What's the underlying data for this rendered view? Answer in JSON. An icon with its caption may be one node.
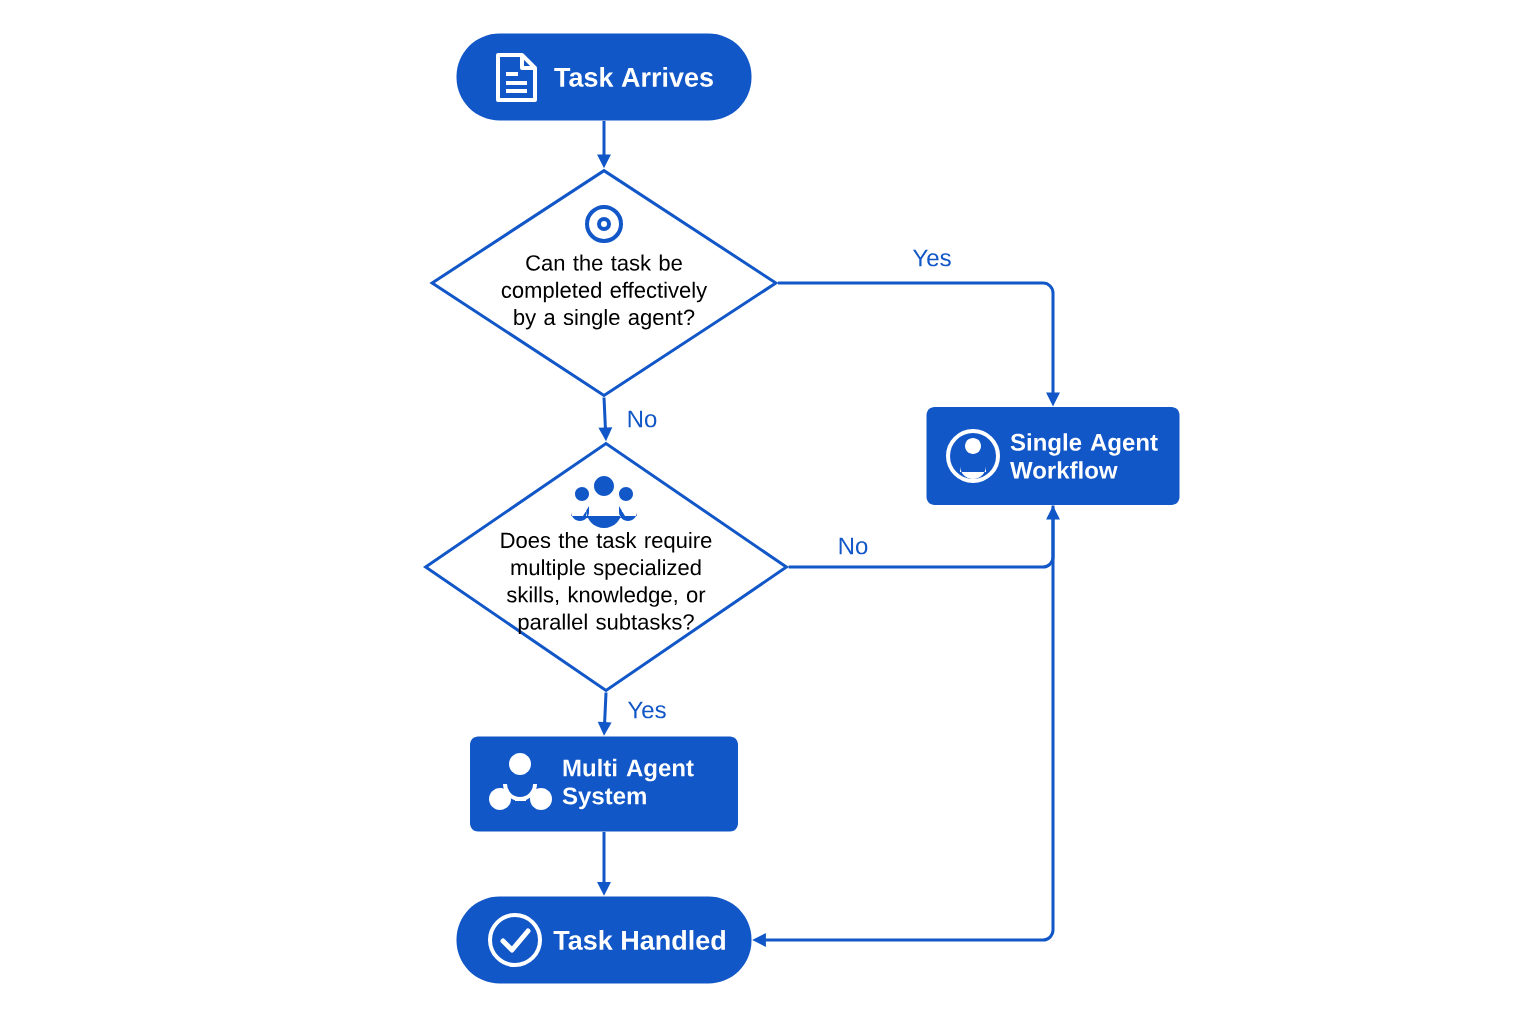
{
  "diagram": {
    "nodes": [
      {
        "text": [
          "Task Arrives"
        ]
      },
      {
        "text": [
          "Can the task be completed effectively by a single agent?"
        ]
      },
      {
        "text": [
          "Does the task require multiple specialized skills, knowledge, or parallel subtasks?"
        ]
      },
      {
        "text": [
          "Single Agent Workflow"
        ]
      },
      {
        "text": [
          "Multi Agent System"
        ]
      },
      {
        "text": [
          "Task Handled"
        ]
      }
    ],
    "edges": [
      {
        "from": 0,
        "to": 1,
        "arrow": "to"
      },
      {
        "from": 1,
        "to": 3,
        "arrow": "to",
        "label": "Yes"
      },
      {
        "from": 1,
        "to": 2,
        "arrow": "to",
        "label": "No"
      },
      {
        "from": 2,
        "to": 3,
        "arrow": "to",
        "label": "No"
      },
      {
        "from": 2,
        "to": 4,
        "arrow": "to",
        "label": "Yes"
      },
      {
        "from": 4,
        "to": 5,
        "arrow": "to"
      },
      {
        "from": 3,
        "to": 5,
        "arrow": "to"
      }
    ]
  }
}
